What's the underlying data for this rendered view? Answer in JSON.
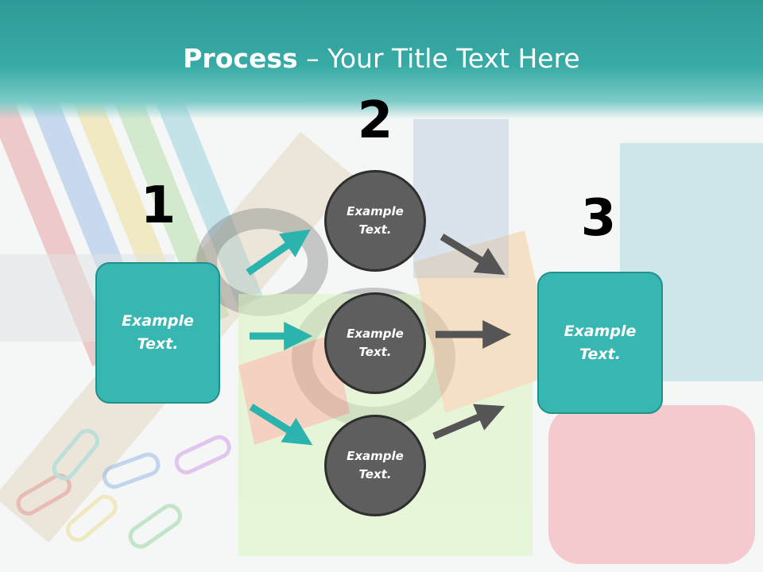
{
  "title": {
    "bold": "Process",
    "rest": " – Your Title Text Here"
  },
  "numbers": [
    "1",
    "2",
    "3"
  ],
  "left_box": {
    "text_line1": "Example",
    "text_line2": "Text."
  },
  "right_box": {
    "text_line1": "Example",
    "text_line2": "Text."
  },
  "circles": [
    {
      "text_line1": "Example",
      "text_line2": "Text."
    },
    {
      "text_line1": "Example",
      "text_line2": "Text."
    },
    {
      "text_line1": "Example",
      "text_line2": "Text."
    }
  ],
  "colors": {
    "title_bar": "#38aaa5",
    "box_fill": "#38b6b1",
    "circle_fill": "#5e5e5e",
    "arrow_teal": "#2bb3ad",
    "arrow_gray": "#555555"
  }
}
